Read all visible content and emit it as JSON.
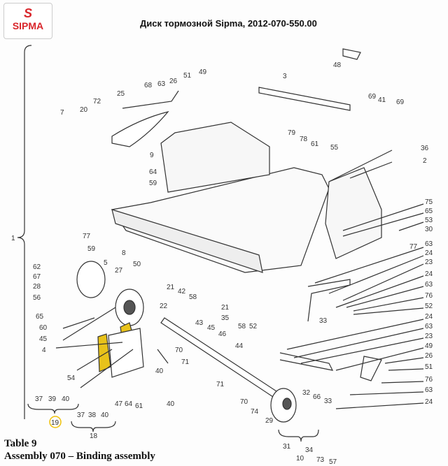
{
  "header": {
    "logo_text": "SIPMA",
    "title": "Диск тормозной Sipma, 2012-070-550.00"
  },
  "caption": {
    "table": "Table 9",
    "assembly": "Assembly 070 – Binding assembly"
  },
  "colors": {
    "highlight_part": "#e8c21a",
    "highlight_circle": "#f0c20a",
    "logo": "#d9262b"
  },
  "highlighted_part": "19",
  "labels": [
    "1",
    "48",
    "3",
    "49",
    "51",
    "26",
    "63",
    "68",
    "25",
    "72",
    "20",
    "7",
    "69",
    "41",
    "69",
    "79",
    "78",
    "61",
    "55",
    "36",
    "2",
    "9",
    "64",
    "59",
    "75",
    "65",
    "53",
    "30",
    "77",
    "59",
    "8",
    "63",
    "24",
    "62",
    "5",
    "27",
    "23",
    "50",
    "67",
    "28",
    "21",
    "42",
    "58",
    "24",
    "63",
    "56",
    "65",
    "21",
    "35",
    "76",
    "52",
    "60",
    "45",
    "22",
    "43",
    "45",
    "46",
    "58",
    "52",
    "33",
    "24",
    "63",
    "4",
    "23",
    "49",
    "44",
    "26",
    "70",
    "71",
    "54",
    "51",
    "71",
    "40",
    "76",
    "63",
    "24",
    "37",
    "39",
    "40",
    "19",
    "37",
    "38",
    "40",
    "18",
    "47",
    "64",
    "61",
    "40",
    "70",
    "74",
    "32",
    "66",
    "33",
    "29",
    "31",
    "34",
    "73",
    "10",
    "57",
    "77"
  ]
}
